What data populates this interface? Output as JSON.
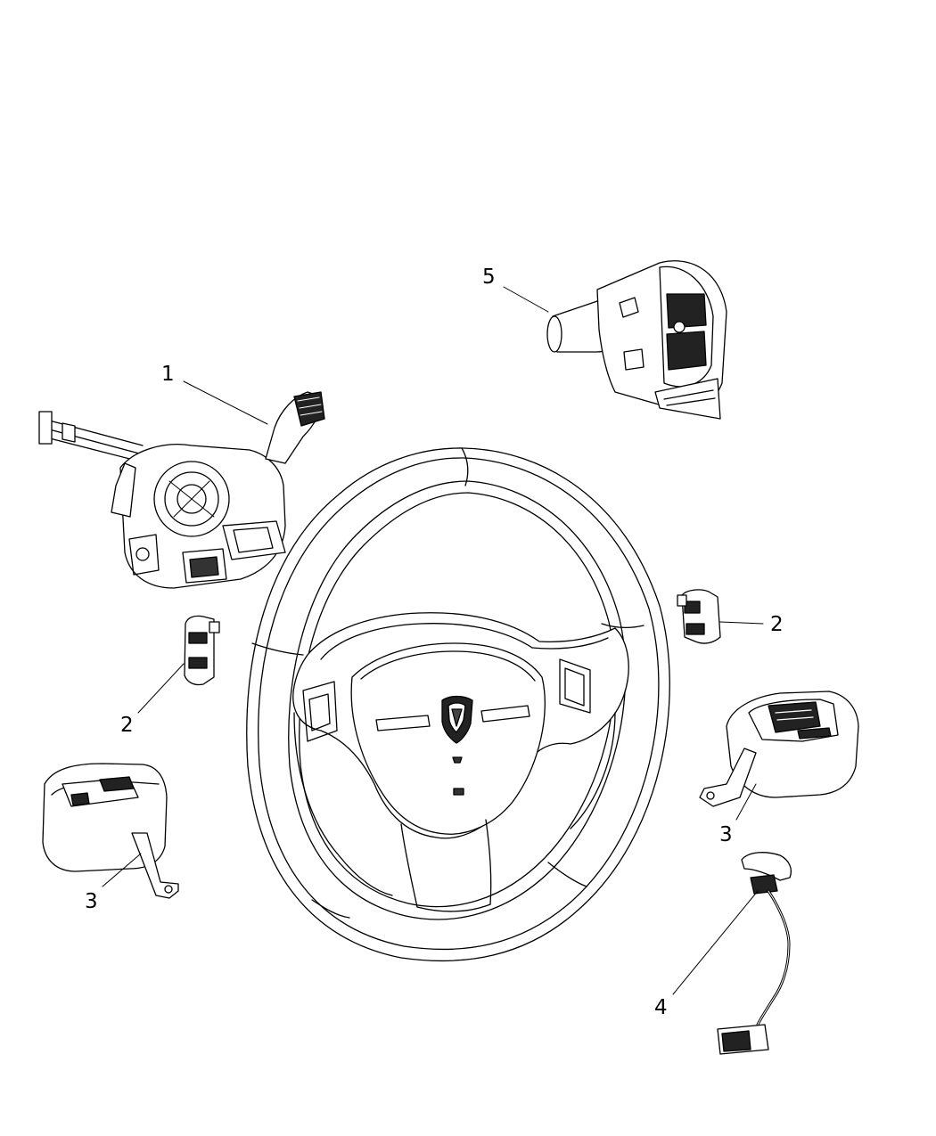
{
  "callouts": {
    "c1": "1",
    "c2_left": "2",
    "c2_right": "2",
    "c3_left": "3",
    "c3_right": "3",
    "c4": "4",
    "c5": "5"
  },
  "colors": {
    "line": "#000000",
    "fill": "#ffffff",
    "shade": "#1a1a1a"
  }
}
